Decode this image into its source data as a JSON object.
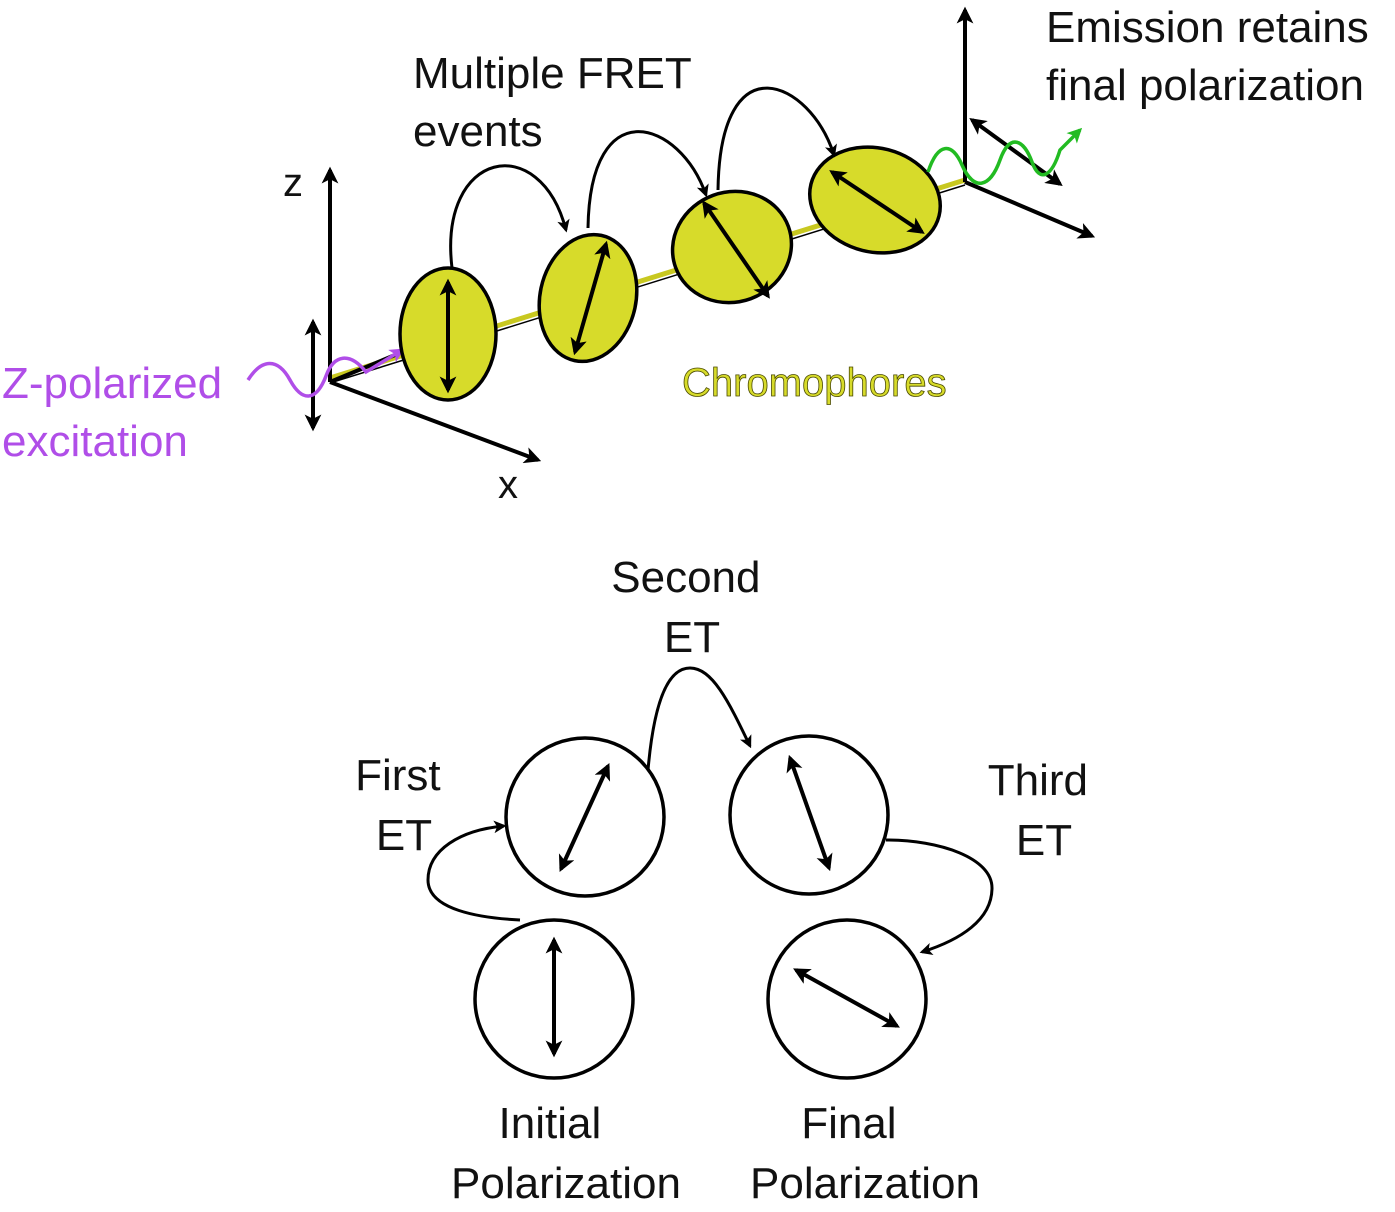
{
  "colors": {
    "chromophore_fill": "#d7db2a",
    "excitation": "#b04ee8",
    "emission": "#22bb22",
    "chromophores_label": "#c8c820",
    "axis": "#000000"
  },
  "top_panel": {
    "axis_z_label": "z",
    "axis_x_label": "x",
    "excitation_label": [
      "Z-polarized",
      "excitation"
    ],
    "fret_label": [
      "Multiple FRET",
      "events"
    ],
    "emission_label": [
      "Emission retains",
      "final polarization"
    ],
    "chromophores_label": "Chromophores"
  },
  "bottom_panel": {
    "second_et_label": [
      "Second",
      "ET"
    ],
    "first_et_label": [
      "First",
      "ET"
    ],
    "third_et_label": [
      "Third",
      "ET"
    ],
    "initial_label": [
      "Initial",
      "Polarization"
    ],
    "final_label": [
      "Final",
      "Polarization"
    ]
  }
}
